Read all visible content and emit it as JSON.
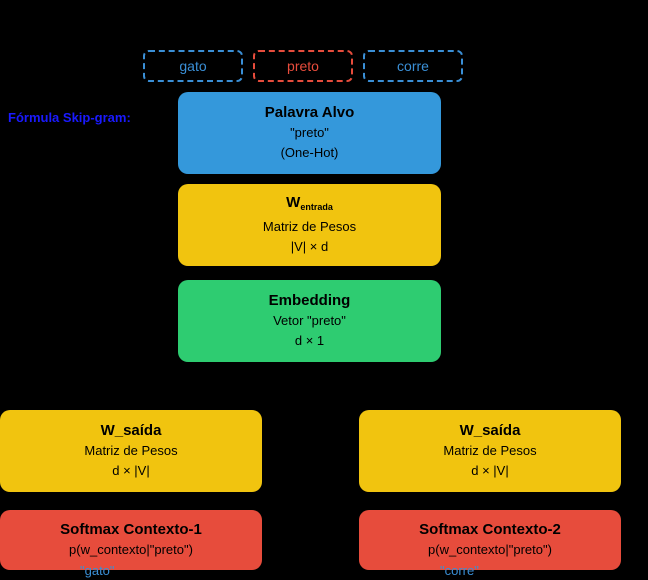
{
  "context_words": [
    {
      "text": "gato",
      "color": "#3a8fd6"
    },
    {
      "text": "preto",
      "color": "#e74c3c"
    },
    {
      "text": "corre",
      "color": "#3a8fd6"
    }
  ],
  "formula_label": "Fórmula Skip-gram:",
  "target": {
    "title": "Palavra Alvo",
    "line1": "\"preto\"",
    "line2": "(One-Hot)",
    "color": "#3498db"
  },
  "w_input": {
    "title_main": "W",
    "title_sub": "entrada",
    "line1": "Matriz de Pesos",
    "line2": "|V| × d",
    "color": "#f1c40f"
  },
  "embedding": {
    "title": "Embedding",
    "line1": "Vetor \"preto\"",
    "line2": "d × 1",
    "color": "#2ecc71"
  },
  "outputs": [
    {
      "w_title": "W_saída",
      "w_line1": "Matriz de Pesos",
      "w_line2": "d × |V|",
      "softmax_title": "Softmax Contexto-1",
      "softmax_line": "p(w_contexto|\"preto\")",
      "context_label": "\"gato\""
    },
    {
      "w_title": "W_saída",
      "w_line1": "Matriz de Pesos",
      "w_line2": "d × |V|",
      "softmax_title": "Softmax Contexto-2",
      "softmax_line": "p(w_contexto|\"preto\")",
      "context_label": "\"corre\""
    }
  ]
}
